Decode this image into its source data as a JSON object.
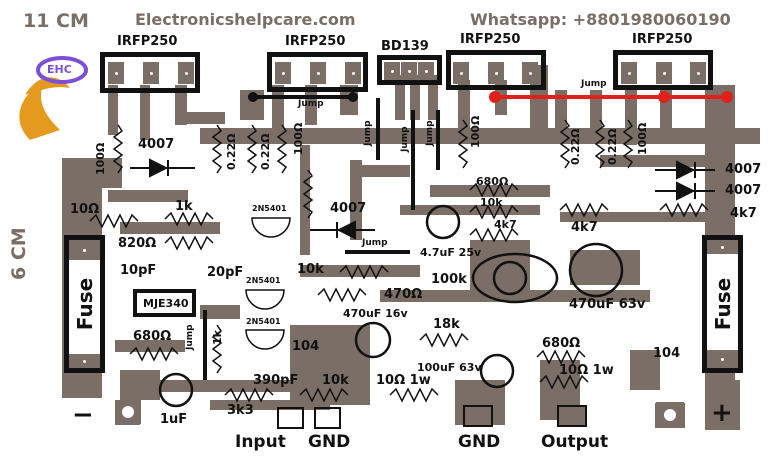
{
  "header": {
    "width_label": "11 CM",
    "height_label": "6 CM",
    "website": "Electronicshelpcare.com",
    "whatsapp": "Whatsapp: +8801980060190",
    "logo_text": "EHC"
  },
  "colors": {
    "copper": "#7a6e66",
    "silkscreen": "#111111",
    "jumper_red": "#e0201b",
    "logo_orange": "#e39a1e",
    "logo_purple": "#7b4fd6",
    "heading_gray": "#7a6e66"
  },
  "transistors": {
    "irfp250_1": "IRFP250",
    "irfp250_2": "IRFP250",
    "bd139": "BD139",
    "irfp250_3": "IRFP250",
    "irfp250_4": "IRFP250",
    "mje340": "MJE340",
    "q_2n5401_1": "2N5401",
    "q_2n5401_2": "2N5401",
    "q_2n5401_3": "2N5401"
  },
  "resistors": {
    "r100_left": "100Ω",
    "r022_a": "0.22Ω",
    "r022_b": "0.22Ω",
    "r100_b": "100Ω",
    "r100_c": "100Ω",
    "r022_c": "0.22Ω",
    "r022_d": "0.22Ω",
    "r100_d": "100Ω",
    "r10": "10Ω",
    "r1k_a": "1k",
    "r820": "820Ω",
    "r680_a": "680Ω",
    "r10k_a": "10k",
    "r4k7_a": "4k7",
    "r4k7_b": "4k7",
    "r4k7_c": "4k7",
    "r10k_b": "10k",
    "r470": "470Ω",
    "r100k": "100k",
    "r680_b": "680Ω",
    "r1k_b": "1k",
    "r18k": "18k",
    "r680_c": "680Ω",
    "r10_1w_a": "10Ω 1w",
    "r10_1w_b": "10Ω 1w",
    "r3k3": "3k3",
    "r10k_c": "10k"
  },
  "diodes": {
    "d1": "4007",
    "d2": "4007",
    "d3": "4007",
    "d4": "4007"
  },
  "capacitors": {
    "c10pf": "10pF",
    "c20pf": "20pF",
    "c4u7": "4.7uF 25v",
    "c470u63": "470uF 63v",
    "c470u16": "470uF 16v",
    "c104_a": "104",
    "c104_b": "104",
    "c100u63": "100uF 63v",
    "c390pf": "390pF",
    "c1uf": "1uF"
  },
  "jumpers": {
    "j1": "Jump",
    "j2": "Jump",
    "j3": "Jump",
    "j4": "Jump",
    "j5": "Jump",
    "j6": "Jump",
    "j7": "Jump"
  },
  "fuses": {
    "left": "Fuse",
    "right": "Fuse"
  },
  "terminals": {
    "input": "Input",
    "gnd_in": "GND",
    "gnd_out": "GND",
    "output": "Output",
    "minus": "−",
    "plus": "+"
  }
}
